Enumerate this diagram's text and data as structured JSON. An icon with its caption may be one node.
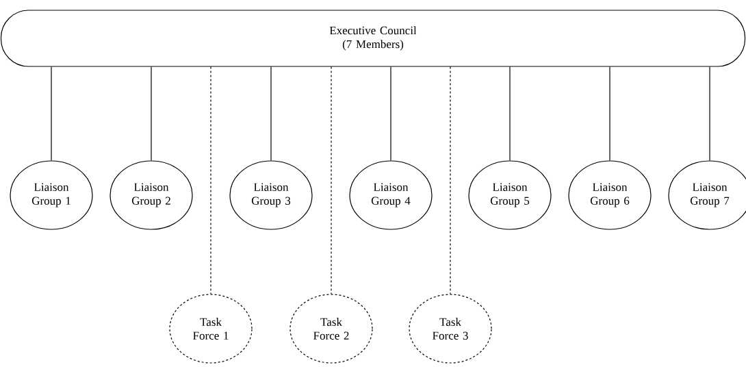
{
  "diagram": {
    "nodes": [
      {
        "text": [
          "Executive Council (7 Members)"
        ]
      },
      {
        "text": [
          "Liaison Group 1"
        ]
      },
      {
        "text": [
          "Liaison Group 2"
        ]
      },
      {
        "text": [
          "Liaison Group 3"
        ]
      },
      {
        "text": [
          "Liaison Group 4"
        ]
      },
      {
        "text": [
          "Liaison Group 5"
        ]
      },
      {
        "text": [
          "Liaison Group 6"
        ]
      },
      {
        "text": [
          "Liaison Group 7"
        ]
      },
      {
        "text": [
          "Task Force 1"
        ]
      },
      {
        "text": [
          "Task Force 2"
        ]
      },
      {
        "text": [
          "Task Force 3"
        ]
      }
    ],
    "edges": [
      {
        "from": 0,
        "to": 1,
        "arrow": "none"
      },
      {
        "from": 0,
        "to": 2,
        "arrow": "none"
      },
      {
        "from": 0,
        "to": 3,
        "arrow": "none"
      },
      {
        "from": 0,
        "to": 4,
        "arrow": "none"
      },
      {
        "from": 0,
        "to": 5,
        "arrow": "none"
      },
      {
        "from": 0,
        "to": 6,
        "arrow": "none"
      },
      {
        "from": 0,
        "to": 7,
        "arrow": "none"
      },
      {
        "from": 0,
        "to": 8,
        "arrow": "none",
        "style": "dashed"
      },
      {
        "from": 0,
        "to": 9,
        "arrow": "none",
        "style": "dashed"
      },
      {
        "from": 0,
        "to": 10,
        "arrow": "none",
        "style": "dashed"
      }
    ]
  }
}
